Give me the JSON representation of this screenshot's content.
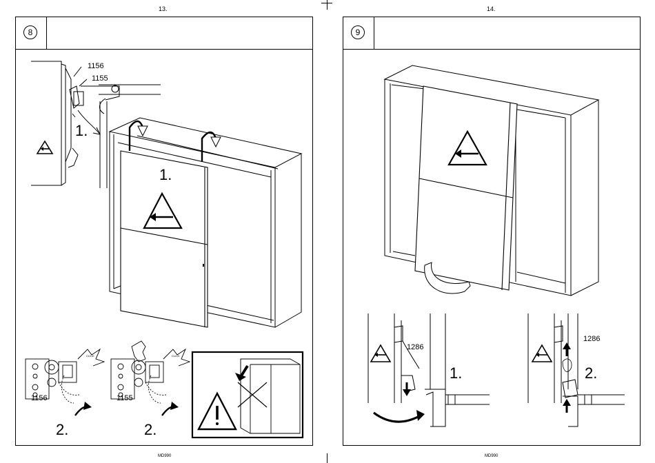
{
  "pages": [
    {
      "page_number": "13.",
      "step_number": "8",
      "footer": "MD990",
      "part_labels": [
        "1156",
        "1155"
      ],
      "clip_labels": [
        "1156",
        "1155"
      ],
      "step_labels": [
        "1.",
        "1.",
        "2.",
        "2."
      ],
      "click_label": "CLICK",
      "icons": [
        "warning-arrow-left",
        "warning-arrow-left",
        "warning-exclamation",
        "cross-out",
        "rotate-arrow"
      ]
    },
    {
      "page_number": "14.",
      "step_number": "9",
      "footer": "MD990",
      "part_labels": [
        "1286",
        "1286"
      ],
      "step_labels": [
        "1.",
        "2."
      ],
      "icons": [
        "warning-arrow-left",
        "warning-arrow-left",
        "warning-arrow-left",
        "down-arrow",
        "up-arrow"
      ]
    }
  ]
}
